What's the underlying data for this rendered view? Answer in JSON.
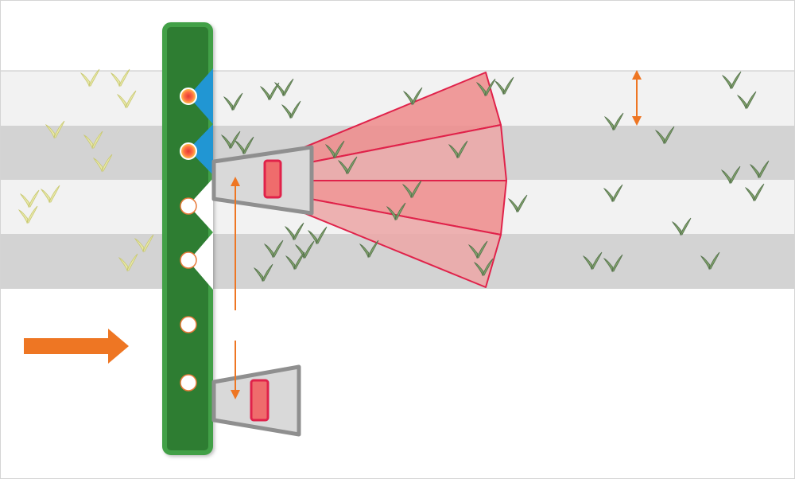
{
  "colors": {
    "frame": "#d4d4d4",
    "band_light": "#f2f2f2",
    "band_dark": "#d3d3d3",
    "band_line": "#c4c4c4",
    "boom_green": "#2e7d32",
    "boom_border": "#43a047",
    "nozzle_active": "#2196d3",
    "nozzle_inactive": "#ffffff",
    "nozzle_outline": "#e87a3a",
    "flame": "#e53935",
    "flame_glow": "#ffd54f",
    "camera_fill": "#d9d9d9",
    "camera_border": "#8f8f8f",
    "lens_fill": "#ef6c6c",
    "lens_border": "#e0224a",
    "fov_fill": "#ef8b8b",
    "fov_stroke": "#e0224a",
    "arrow": "#ee7623",
    "weed": "#7fa06a",
    "weed_dark": "#53704a",
    "dry_weed": "#e8e8a8",
    "dry_weed_edge": "#c8c870"
  },
  "icons": {
    "crop_plant": "weed-sprout-icon",
    "dry_plant": "dry-sprout-icon",
    "nozzle_active": "active-nozzle-icon",
    "nozzle_inactive": "inactive-nozzle-icon",
    "travel_direction": "right-arrow-icon",
    "row_spacing": "double-arrow-icon"
  },
  "diagram": {
    "rows": 4,
    "nozzles": [
      {
        "state": "active"
      },
      {
        "state": "active"
      },
      {
        "state": "inactive"
      },
      {
        "state": "inactive"
      },
      {
        "state": "inactive"
      },
      {
        "state": "inactive"
      }
    ],
    "cameras": 2,
    "fov_segments": 5
  }
}
